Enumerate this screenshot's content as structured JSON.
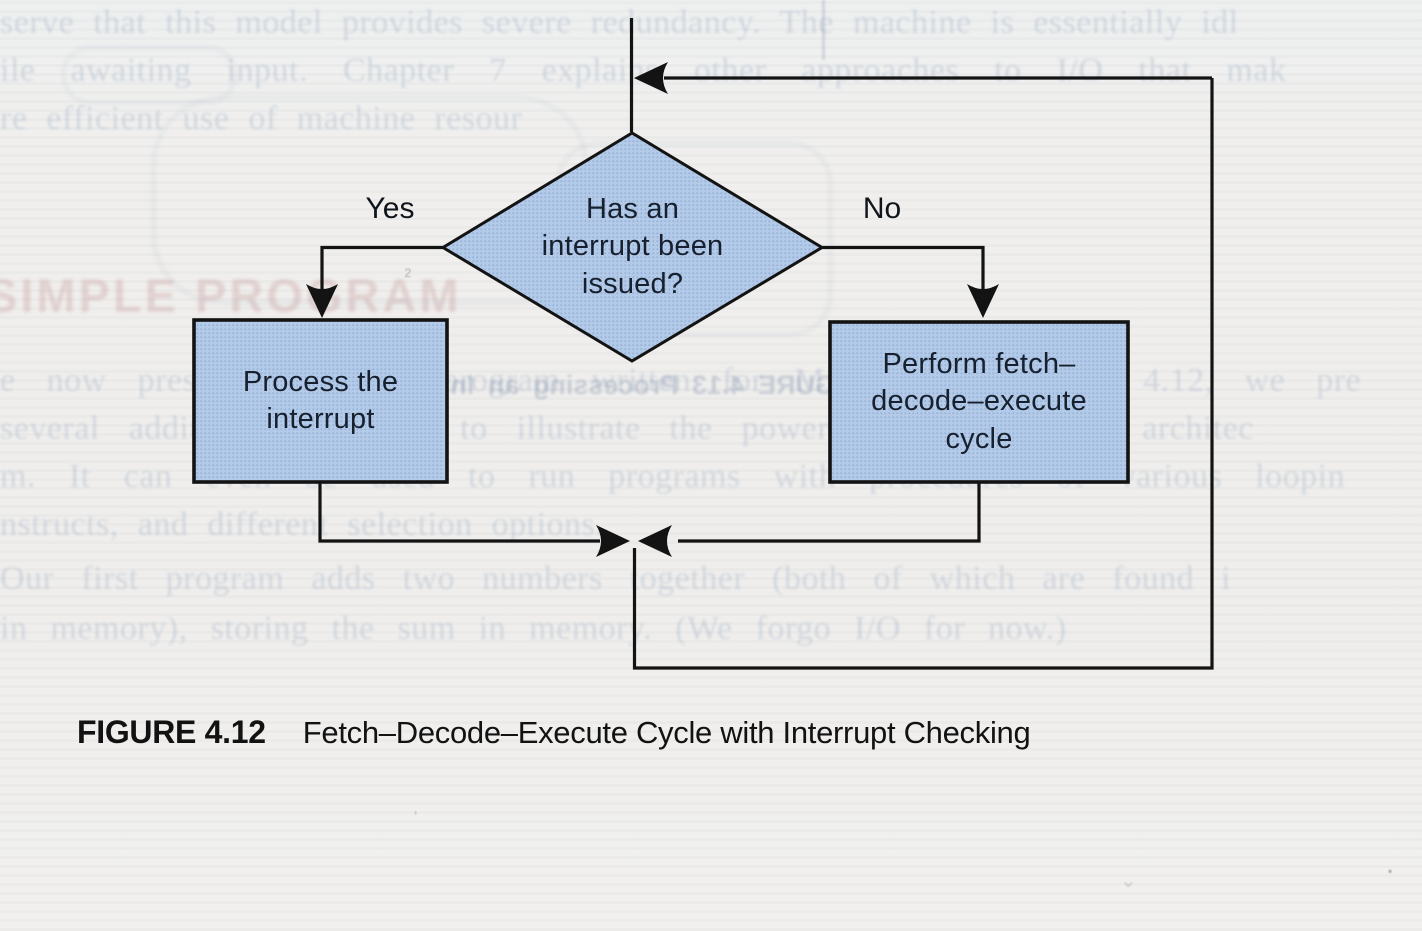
{
  "figure": {
    "caption_label": "FIGURE 4.12",
    "caption_text": "Fetch–Decode–Execute Cycle with Interrupt Checking"
  },
  "flowchart": {
    "decision_text": "Has an\ninterrupt been\nissued?",
    "yes_label": "Yes",
    "no_label": "No",
    "process_box_text": "Process the\ninterrupt",
    "perform_box_text": "Perform fetch–\ndecode–execute\ncycle"
  },
  "colors": {
    "node_fill": "#b3cae8",
    "node_halftone_dot": "#7f9fcc",
    "node_border": "#131313",
    "connector_line": "#131313",
    "node_text": "#16202e",
    "caption_text": "#121212",
    "paper": "#efeeec",
    "ghost_blue": "#8ea0ba",
    "ghost_red": "#c59a9a"
  },
  "ghost": {
    "heading": "SIMPLE PROGRAM",
    "mirrored_caption": "FIGURE 4.13   Processing an Interrupt",
    "lines": [
      "serve that this model provides severe redundancy. The machine is essentially idl",
      "ile awaiting input. Chapter 7 explains other approaches to I/O that mak",
      "re efficient use of machine resour",
      "e now present a simple program written for MARIE. In Section 4.12, we pre",
      " several additional examples to illustrate the power of this minimal architec",
      "m. It can even be used to run programs with procedures of various loopin",
      "nstructs, and different selection options.",
      "  Our first program adds two numbers together (both of which are found i",
      "in memory), storing the sum in memory. (We forgo I/O for now.)"
    ]
  }
}
